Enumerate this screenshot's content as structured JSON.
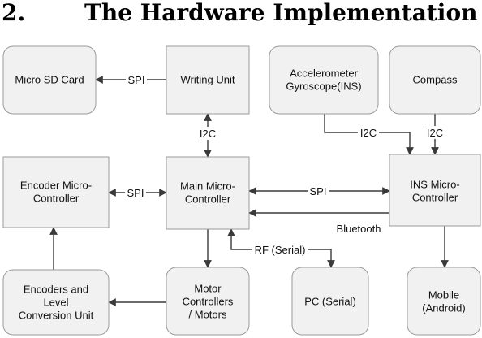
{
  "heading": {
    "number": "2.",
    "title": "The Hardware Implementation"
  },
  "colors": {
    "box_fill": "#f1f1f1",
    "box_stroke": "#9a9a9a",
    "arrow": "#3a3a3a"
  },
  "boxes": {
    "micro_sd": [
      "Micro SD Card"
    ],
    "writing_unit": [
      "Writing Unit"
    ],
    "accel_gyro": [
      "Accelerometer",
      "Gyroscope(INS)"
    ],
    "compass": [
      "Compass"
    ],
    "encoder_mcu": [
      "Encoder Micro-",
      "Controller"
    ],
    "main_mcu": [
      "Main Micro-",
      "Controller"
    ],
    "ins_mcu": [
      "INS Micro-",
      "Controller"
    ],
    "encoders_level": [
      "Encoders and",
      "Level",
      "Conversion Unit"
    ],
    "motor_ctrl": [
      "Motor",
      "Controllers",
      "/ Motors"
    ],
    "pc_serial": [
      "PC (Serial)"
    ],
    "mobile": [
      "Mobile",
      "(Android)"
    ]
  },
  "links": {
    "spi_sd": "SPI",
    "i2c_writing": "I2C",
    "i2c_accel": "I2C",
    "i2c_compass": "I2C",
    "spi_encoder": "SPI",
    "spi_ins": "SPI",
    "bluetooth": "Bluetooth",
    "rf_serial": "RF (Serial)"
  }
}
